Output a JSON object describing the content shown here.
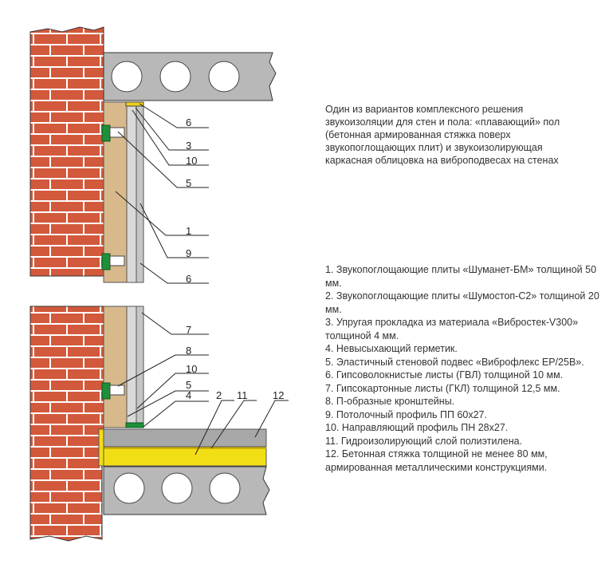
{
  "description": "Один из вариантов комплексного решения звукоизоляции для стен и пола: «плавающий» пол (бетонная армированная стяжка поверх звукопоглощающих плит) и звукоизолирующая каркасная облицовка на виброподвесах на стенах",
  "legend": [
    "1. Звукопоглощающие плиты «Шуманет-БМ» толщиной 50 мм.",
    "2. Звукопоглощающие плиты «Шумостоп-С2» толщиной 20 мм.",
    "3. Упругая прокладка из материала «Виброcтек-V300» толщиной 4 мм.",
    "4. Невысыхающий герметик.",
    "5. Эластичный стеновой подвес «Виброфлекс ЕР/25В».",
    "6. Гипсоволокнистые листы (ГВЛ) толщиной 10 мм.",
    "7. Гипсокартонные листы (ГКЛ) толщиной 12,5 мм.",
    "8. П-образные кронштейны.",
    "9. Потолочный профиль ПП 60x27.",
    "10. Направляющий профиль ПН 28x27.",
    "11. Гидроизолирующий слой полиэтилена.",
    "12. Бетонная стяжка толщиной не менее 80 мм, армированная металлическими конструкциями."
  ],
  "callouts_upper": [
    "6",
    "3",
    "10",
    "5",
    "1",
    "9",
    "6"
  ],
  "callouts_lower": [
    "7",
    "8",
    "10",
    "5",
    "4",
    "2",
    "11",
    "12"
  ],
  "colors": {
    "brick": "#d2593b",
    "mortar": "#ffffff",
    "concrete": "#b8b8b8",
    "void": "#ffffff",
    "insulation": "#d7b98c",
    "profile": "#bfbfbf",
    "bracket": "#1f8f3a",
    "membrane": "#f2de14",
    "screed": "#a8a8a8",
    "line": "#222222"
  }
}
